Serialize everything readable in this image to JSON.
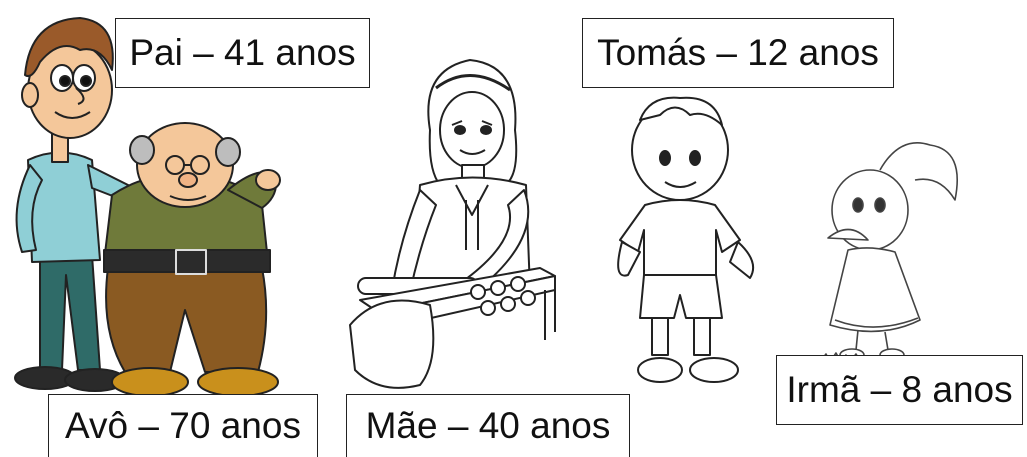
{
  "labels": {
    "pai": "Pai – 41 anos",
    "tomas": "Tomás – 12 anos",
    "irma": "Irmã – 8 anos",
    "avo": "Avô – 70 anos",
    "mae": "Mãe – 40 anos"
  },
  "colors": {
    "pai_shirt": "#8fcfd6",
    "pai_pants": "#2f6b68",
    "pai_hair": "#9a5a2a",
    "avo_shirt": "#6f7a3a",
    "avo_pants": "#8a5a22",
    "skin": "#f4c79a",
    "shoes": "#c9901c",
    "line": "#222222"
  }
}
